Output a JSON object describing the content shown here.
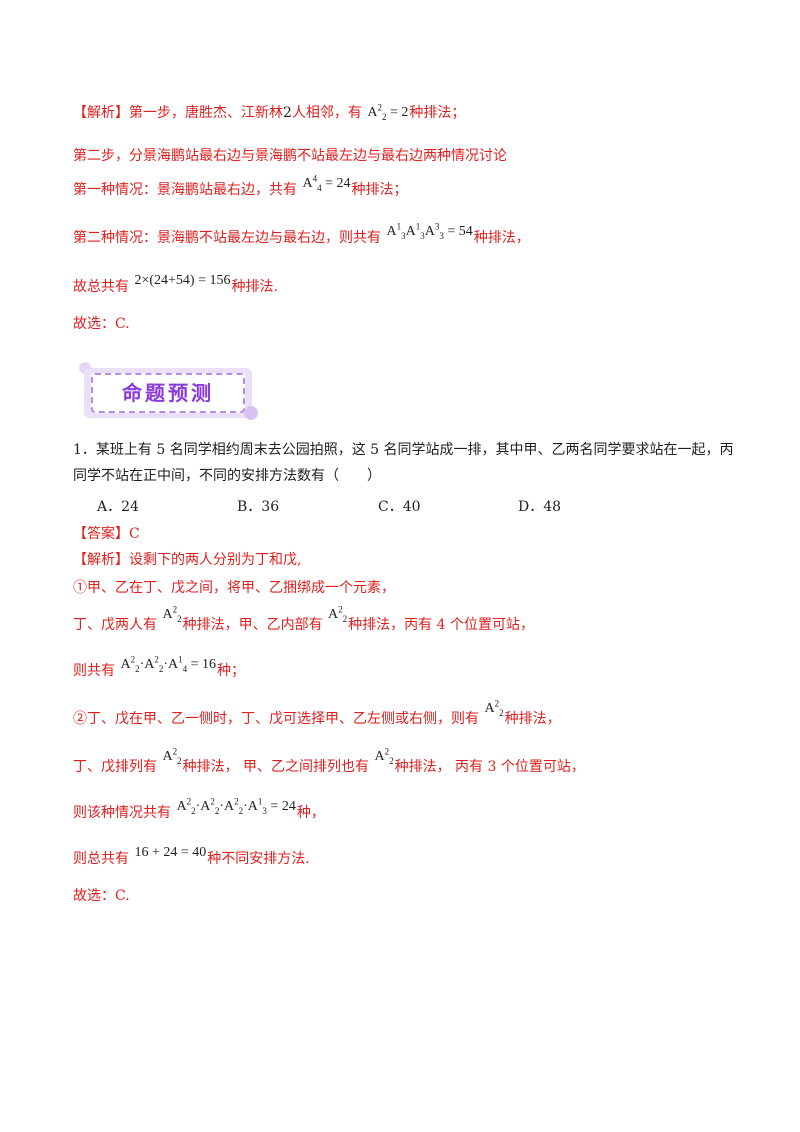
{
  "analysis_top": {
    "label": "【解析】",
    "step1_a": "第一步，唐胜杰、江新林",
    "step1_num": "2",
    "step1_b": "人相邻，有",
    "step1_math_base": "A",
    "step1_math_sup": "2",
    "step1_math_sub": "2",
    "step1_math_rest": " = 2",
    "step1_c": "种排法；",
    "step2": "第二步，分景海鹏站最右边与景海鹏不站最左边与最右边两种情况讨论",
    "case1_a": "第一种情况：景海鹏站最右边，共有",
    "case1_math_base": "A",
    "case1_math_sup": "4",
    "case1_math_sub": "4",
    "case1_math_rest": " = 24",
    "case1_b": "种排法；",
    "case2_a": "第二种情况：景海鹏不站最左边与最右边，则共有",
    "case2_math": "A",
    "case2_math_rest": " = 54",
    "case2_b": "种排法，",
    "total_a": "故总共有",
    "total_math": "2×(24+54) = 156",
    "total_b": "种排法.",
    "choose": "故选：C."
  },
  "banner": {
    "title": "命题预测"
  },
  "question": {
    "line1": "1．某班上有 5 名同学相约周末去公园拍照，这 5 名同学站成一排，其中甲、乙两名同学要求站在一起，丙",
    "line2": "同学不站在正中间，不同的安排方法数有（　　）",
    "options": [
      "A．24",
      "B．36",
      "C．40",
      "D．48"
    ]
  },
  "answer": {
    "label": "【答案】",
    "value": "C"
  },
  "analysis": {
    "label": "【解析】",
    "l1": "设剩下的两人分别为丁和戊,",
    "l2": "①甲、乙在丁、戊之间，将甲、乙捆绑成一个元素，",
    "l3_a": "丁、戊两人有",
    "l3_b": "种排法，甲、乙内部有",
    "l3_c": "种排法，丙有 4 个位置可站，",
    "l4_a": "则共有",
    "l4_math_rest": " = 16",
    "l4_b": "种；",
    "l5_a": "②丁、戊在甲、乙一侧时，丁、戊可选择甲、乙左侧或右侧，则有",
    "l5_b": "种排法，",
    "l6_a": "丁、戊排列有",
    "l6_b": "种排法，  甲、乙之间排列也有",
    "l6_c": "种排法，  丙有 3 个位置可站，",
    "l7_a": "则该种情况共有",
    "l7_math_rest": " = 24",
    "l7_b": "种，",
    "l8_a": "则总共有",
    "l8_math": "16 + 24 = 40",
    "l8_b": "种不同安排方法.",
    "choose": "故选：C."
  },
  "colors": {
    "red": "#e0201f",
    "purple": "#8a3bdc",
    "banner_bg": "#eae0f7"
  }
}
